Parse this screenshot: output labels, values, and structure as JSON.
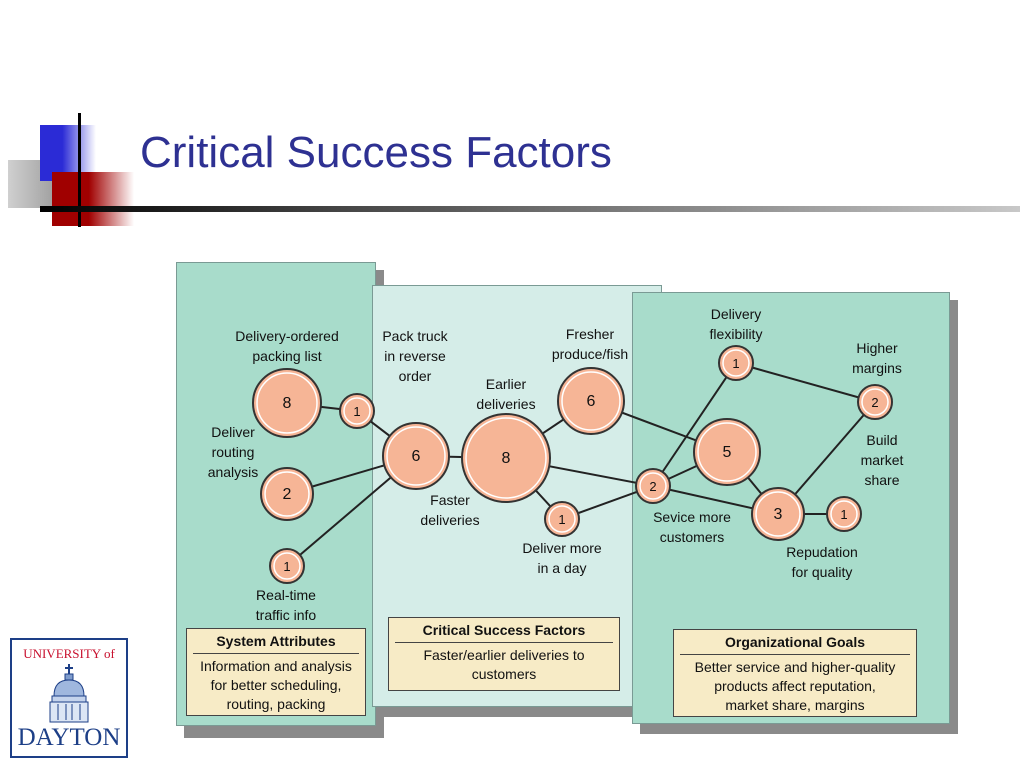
{
  "slide": {
    "title": "Critical Success Factors",
    "logo": {
      "line1": "UNIVERSITY of",
      "line2": "DAYTON"
    }
  },
  "panels": {
    "system_attributes": {
      "title": "System Attributes",
      "body": "Information and analysis\nfor better scheduling,\nrouting, packing"
    },
    "critical_success_factors": {
      "title": "Critical Success Factors",
      "body": "Faster/earlier deliveries to\ncustomers"
    },
    "organizational_goals": {
      "title": "Organizational Goals",
      "body": "Better service and higher-quality\nproducts affect reputation,\nmarket share, margins"
    }
  },
  "labels": {
    "delivery_ordered_packing": "Delivery-ordered\npacking list",
    "deliver_routing_analysis": "Deliver\nrouting\nanalysis",
    "real_time_traffic": "Real-time\ntraffic info",
    "pack_truck_reverse": "Pack truck\nin reverse\norder",
    "earlier_deliveries": "Earlier\ndeliveries",
    "fresher_produce": "Fresher\nproduce/fish",
    "faster_deliveries": "Faster\ndeliveries",
    "deliver_more_in_day": "Deliver more\nin a day",
    "delivery_flexibility": "Delivery\nflexibility",
    "higher_margins": "Higher\nmargins",
    "build_market_share": "Build\nmarket\nshare",
    "service_more_customers": "Sevice more\ncustomers",
    "reputation_for_quality": "Repudation\nfor quality"
  },
  "nodes": [
    {
      "id": "packing-list",
      "value": "8"
    },
    {
      "id": "routing",
      "value": "2"
    },
    {
      "id": "traffic",
      "value": "1"
    },
    {
      "id": "reverse-order",
      "value": "1"
    },
    {
      "id": "faster",
      "value": "6"
    },
    {
      "id": "earlier",
      "value": "8"
    },
    {
      "id": "fresher",
      "value": "6"
    },
    {
      "id": "deliver-more",
      "value": "1"
    },
    {
      "id": "flexibility",
      "value": "1"
    },
    {
      "id": "margins",
      "value": "2"
    },
    {
      "id": "market-share",
      "value": "5"
    },
    {
      "id": "service-more",
      "value": "2"
    },
    {
      "id": "reputation",
      "value": "3"
    },
    {
      "id": "quality-extra",
      "value": "1"
    }
  ],
  "style": {
    "panel_left": "#a8dccb",
    "panel_center": "#d5ede8",
    "panel_right": "#a8dccb",
    "node_fill": "#f6b596",
    "node_stroke": "#333333",
    "node_inner": "#ffffff",
    "title_color": "#2e3192"
  }
}
